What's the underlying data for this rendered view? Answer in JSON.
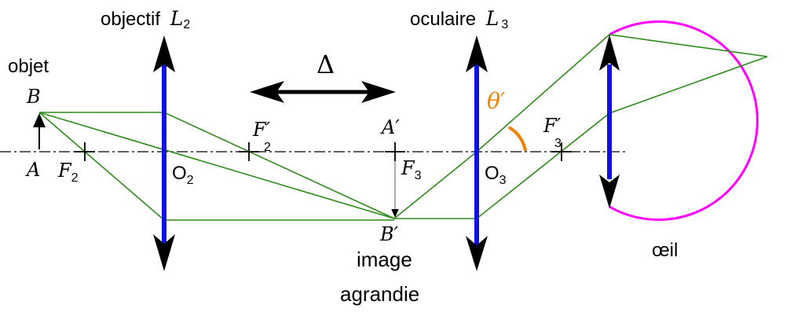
{
  "labels": {
    "objective": "objectif",
    "objective_symbol": "L",
    "objective_index": "2",
    "eyepiece": "oculaire",
    "eyepiece_symbol": "L",
    "eyepiece_index": "3",
    "object": "objet",
    "point_B": "B",
    "point_A": "A",
    "focal_F2": "F",
    "focal_F2_index": "2",
    "center_O2": "O",
    "center_O2_index": "2",
    "focal_F2p": "F′",
    "focal_F2p_index": "2",
    "delta": "Δ",
    "point_Ap": "A′",
    "focal_F3": "F",
    "focal_F3_index": "3",
    "point_Bp": "B′",
    "image_line1": "image",
    "image_line2": "agrandie",
    "center_O3": "O",
    "center_O3_index": "3",
    "focal_F3p": "F′",
    "focal_F3p_index": "3",
    "angle": "θ′",
    "eye": "œil"
  },
  "colors": {
    "lens": "#1010e0",
    "ray": "#2e8b1a",
    "eye": "#ff00ff",
    "angle": "#f08000",
    "ink": "#000000",
    "thin": "#777777"
  }
}
